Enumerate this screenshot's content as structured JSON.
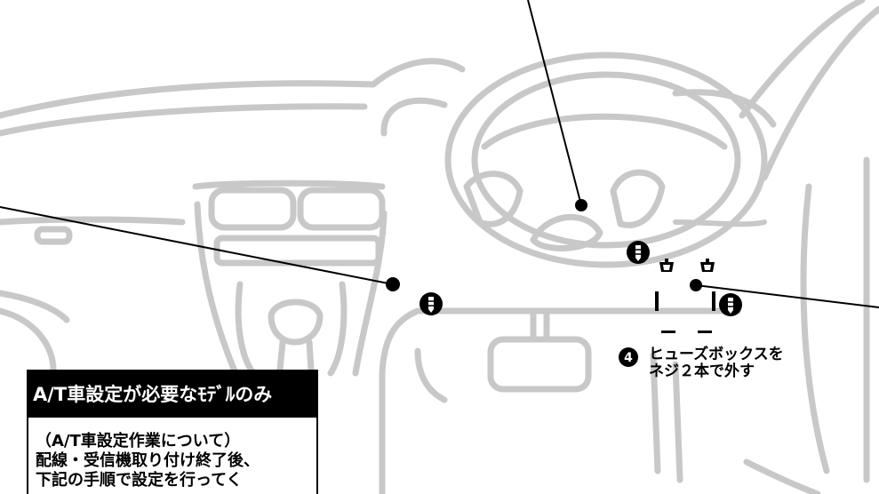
{
  "callout": {
    "step": "4",
    "lines": [
      "ヒューズボックスを",
      "ネジ２本で外す"
    ]
  },
  "note_box": {
    "title": "A/T車設定が必要なﾓﾃﾞﾙのみ",
    "lines": [
      "（A/T車設定作業について）",
      "配線・受信機取り付け終了後、",
      "下記の手順で設定を行ってく"
    ]
  },
  "colors": {
    "outline": "#c8c8c8",
    "ink": "#000000",
    "title_bg": "#000000",
    "title_fg": "#ffffff"
  },
  "icons": [
    "screw-icon",
    "clip-icon",
    "step-number-icon"
  ]
}
